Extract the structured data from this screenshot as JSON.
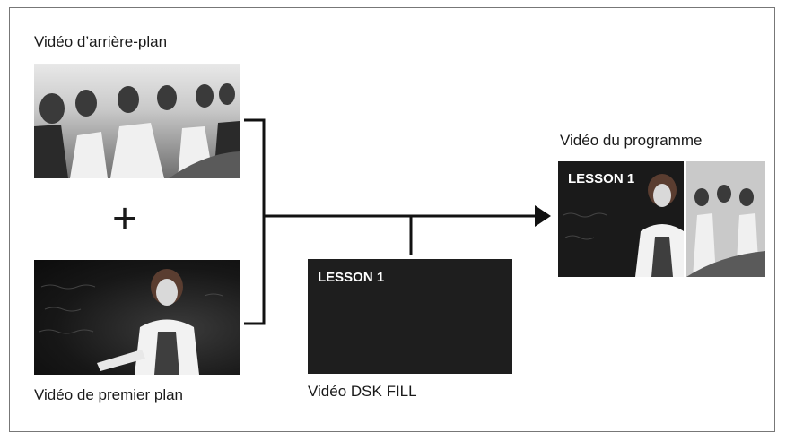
{
  "labels": {
    "background_video": "Vidéo d’arrière-plan",
    "foreground_video": "Vidéo de premier plan",
    "dsk_fill_video": "Vidéo DSK FILL",
    "program_video": "Vidéo du programme"
  },
  "operator": "+",
  "dsk_text": "LESSON 1",
  "program_text": "LESSON 1",
  "colors": {
    "line": "#111111",
    "dark_panel": "#1e1e1e",
    "frame": "#777777"
  }
}
